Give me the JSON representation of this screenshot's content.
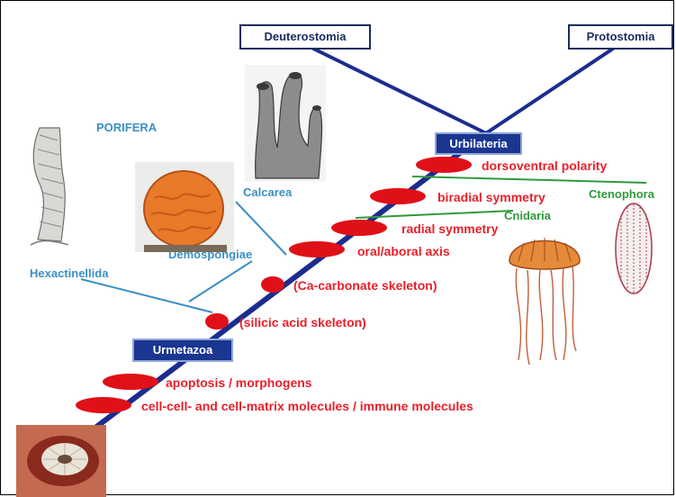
{
  "clades": {
    "deuterostomia": "Deuterostomia",
    "protostomia": "Protostomia",
    "urbilateria": "Urbilateria",
    "urmetazoa": "Urmetazoa"
  },
  "taxa": {
    "porifera": "PORIFERA",
    "hexactinellida": "Hexactinellida",
    "demospongiae": "Demospongiae",
    "calcarea": "Calcarea",
    "cnidaria": "Cnidaria",
    "ctenophora": "Ctenophora"
  },
  "traits": {
    "dorsoventral": "dorsoventral polarity",
    "biradial": "biradial symmetry",
    "radial": "radial symmetry",
    "oral_aboral": "oral/aboral axis",
    "ca_carbonate": "(Ca-carbonate skeleton)",
    "silicic": "(silicic acid skeleton)",
    "apoptosis": "apoptosis / morphogens",
    "cell_cell": "cell-cell- and cell-matrix molecules / immune molecules"
  },
  "colors": {
    "trunk": "#1b2d8f",
    "marker": "#e01018",
    "trait_text": "#e8202a",
    "sponge_text": "#3a8fc4",
    "cnidaria_text": "#2f9a3a",
    "box_fill": "#1a3690"
  }
}
